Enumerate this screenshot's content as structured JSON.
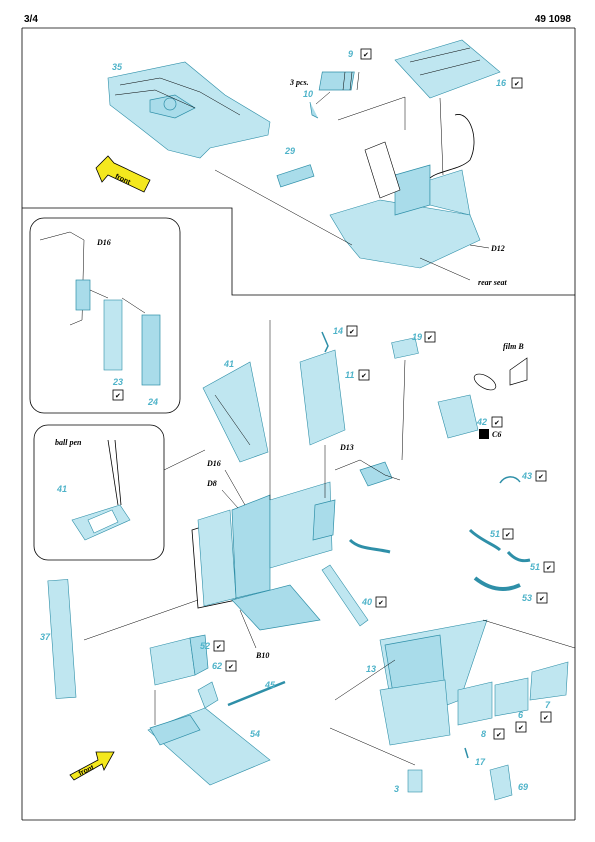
{
  "header": {
    "page": "3/4",
    "catalog": "49 1098"
  },
  "arrows": {
    "front_label": "front"
  },
  "parts": {
    "p35": "35",
    "p9": "9",
    "p10": "10",
    "pcs": "3 pcs.",
    "p16": "16",
    "p29": "29",
    "d12": "D12",
    "rear_seat": "rear seat",
    "d16a": "D16",
    "p23": "23",
    "p24": "24",
    "ball_pen": "ball pen",
    "p41a": "41",
    "p41b": "41",
    "d16b": "D16",
    "d8": "D8",
    "p37": "37",
    "b10": "B10",
    "p14": "14",
    "p11": "11",
    "d13": "D13",
    "p19": "19",
    "film_b": "film B",
    "p42": "42",
    "c6": "C6",
    "p43": "43",
    "p51a": "51",
    "p51b": "51",
    "p53": "53",
    "p40": "40",
    "p52": "52",
    "p62": "62",
    "p45": "45",
    "p54": "54",
    "p13": "13",
    "p7": "7",
    "p6": "6",
    "p8": "8",
    "p17": "17",
    "p3": "3",
    "p69": "69"
  },
  "check_mark": "✔",
  "colors": {
    "etch": "#a9dcea",
    "label": "#4fb3c9",
    "arrow": "#f4e81e"
  }
}
